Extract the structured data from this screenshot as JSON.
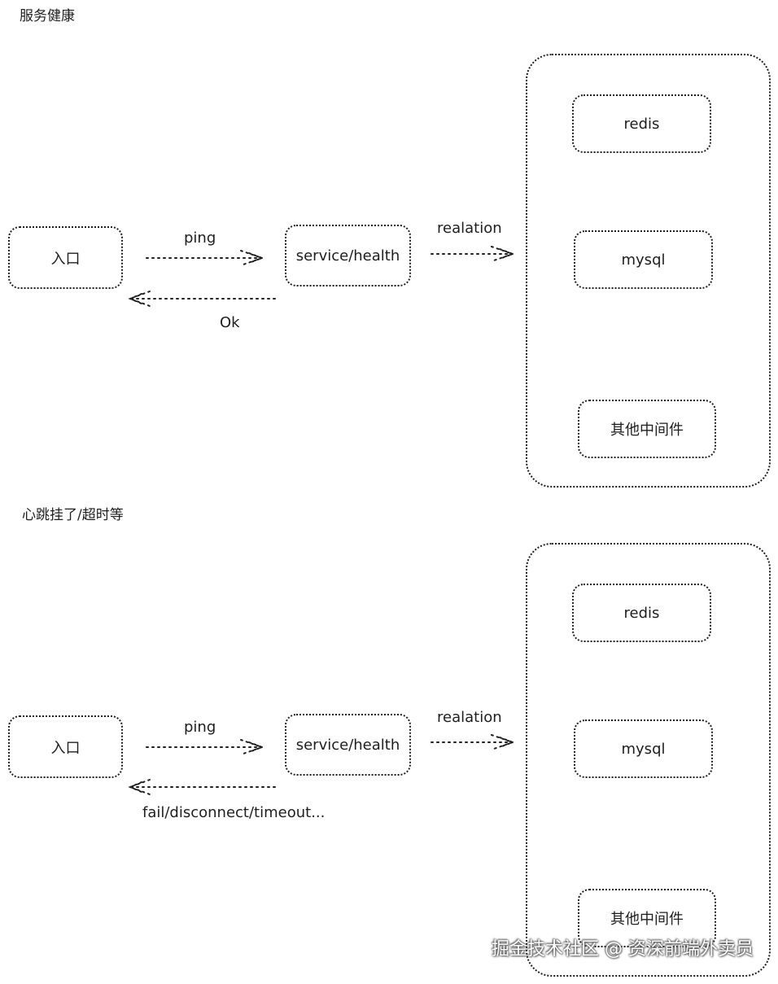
{
  "sections": [
    {
      "title": "服务健康",
      "entry": "入口",
      "service": "service/health",
      "ping_label": "ping",
      "reply_label": "Ok",
      "relation_label": "realation",
      "deps": [
        "redis",
        "mysql",
        "其他中间件"
      ]
    },
    {
      "title": "心跳挂了/超时等",
      "entry": "入口",
      "service": "service/health",
      "ping_label": "ping",
      "reply_label": "fail/disconnect/timeout...",
      "relation_label": "realation",
      "deps": [
        "redis",
        "mysql",
        "其他中间件"
      ]
    }
  ],
  "watermark": "掘金技术社区 @ 资深前端外卖员"
}
